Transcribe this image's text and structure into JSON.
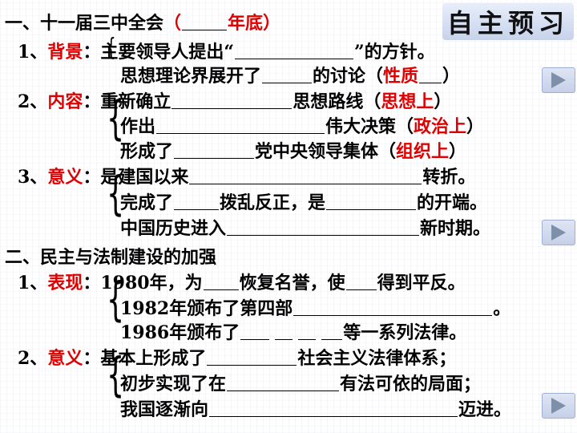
{
  "banner": {
    "title": "自主预习"
  },
  "s1": {
    "heading": "一、十一届三中全会（",
    "heading_red_1": "（",
    "heading_red_2": "年底）",
    "bg_label": "背景",
    "bg_l1_a": "主要领导人提出“",
    "bg_l1_b": "”的方针。",
    "bg_l2_a": "思想理论界展开了",
    "bg_l2_b": "的讨论（",
    "bg_l2_red": "性质",
    "bg_l2_c": "）",
    "ct_label": "内容",
    "ct_l1_a": "重新确立",
    "ct_l1_b": "思想路线（",
    "ct_l1_red": "思想上",
    "ct_l1_c": "）",
    "ct_l2_a": "作出",
    "ct_l2_b": "伟大决策（",
    "ct_l2_red": "政治上",
    "ct_l2_c": "）",
    "ct_l3_a": "形成了",
    "ct_l3_b": "党中央领导集体（",
    "ct_l3_red": "组织上",
    "ct_l3_c": "）",
    "mn_label": "意义",
    "mn_l1_a": "是建国以来",
    "mn_l1_b": "转折。",
    "mn_l2_a": "完成了",
    "mn_l2_b": "拨乱反正，是",
    "mn_l2_c": "的开端。",
    "mn_l3_a": "中国历史进入",
    "mn_l3_b": "新时期。"
  },
  "s2": {
    "heading": "二、民主与法制建设的加强",
    "pf_label": "表现",
    "pf_l1_a": "1980年，为",
    "pf_l1_b": "恢复名誉，使",
    "pf_l1_c": "得到平反。",
    "pf_l2_a": "1982年颁布了第四部",
    "pf_l2_b": "。",
    "pf_l3_a": "1986年颁布了",
    "pf_l3_b": "等一系列法律。",
    "mn_label": "意义",
    "mn_l1_a": "基本上形成了",
    "mn_l1_b": "社会主义法律体系；",
    "mn_l2_a": "初步实现了在",
    "mn_l2_b": "有法可依的局面；",
    "mn_l3_a": "我国逐渐向",
    "mn_l3_b": "迈进。"
  },
  "numbers": {
    "n1": "1、",
    "n2": "2、",
    "n3": "3、",
    "colon": "："
  }
}
